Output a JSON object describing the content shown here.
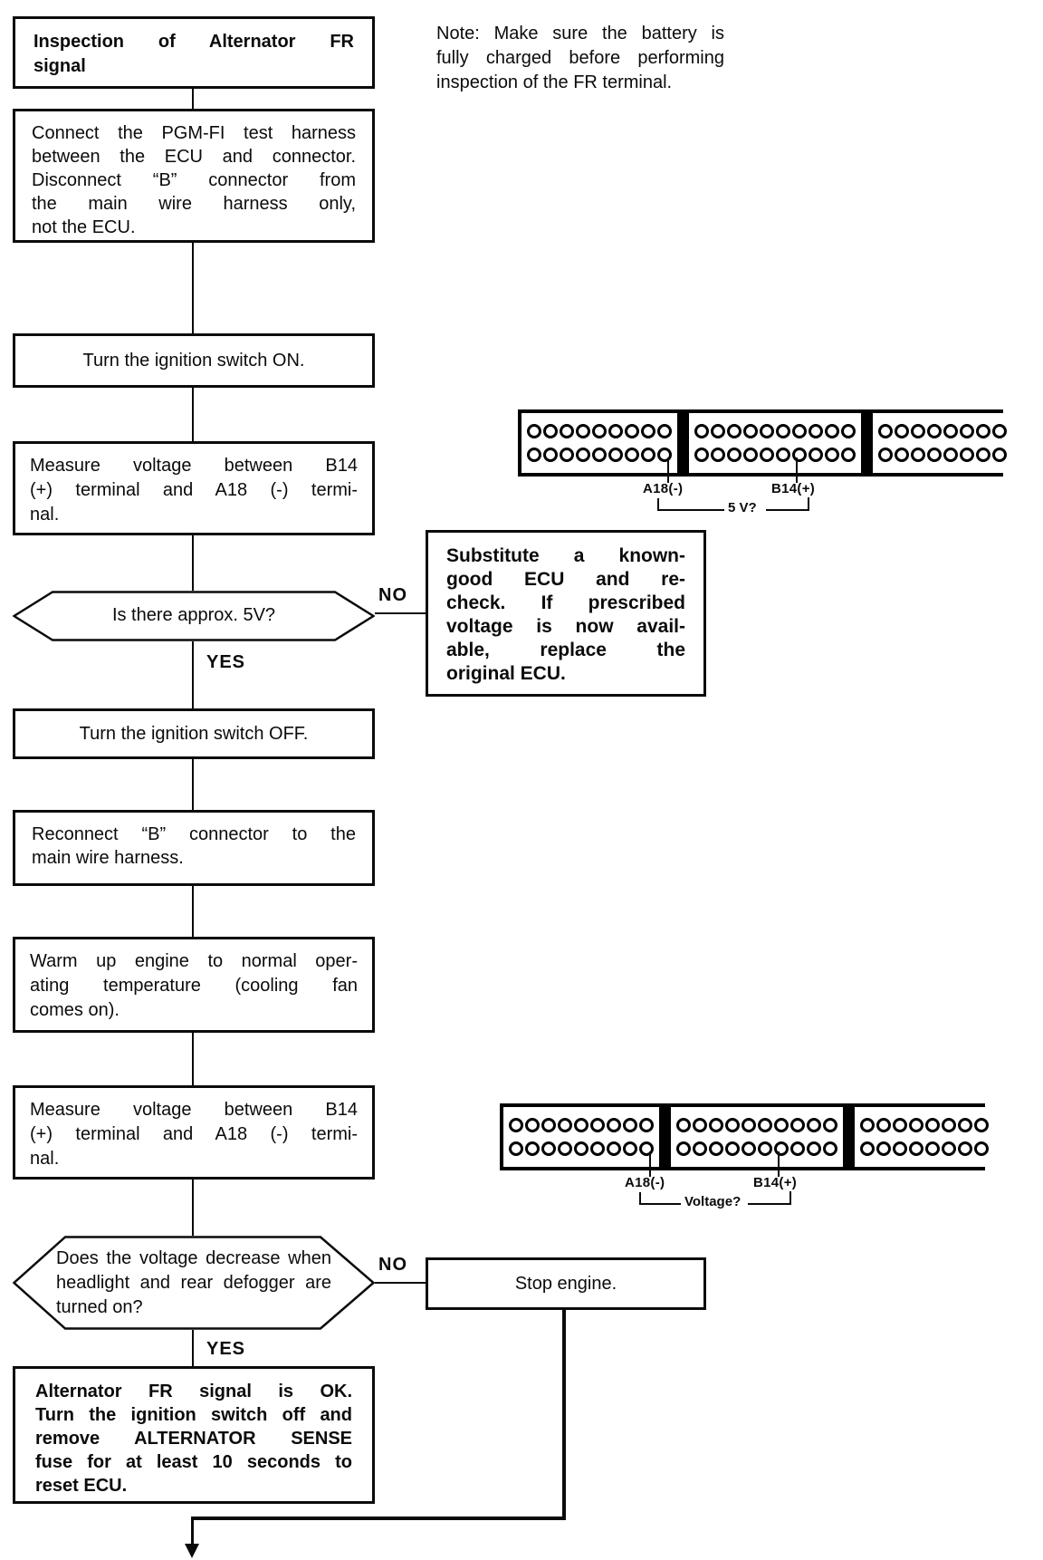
{
  "note": {
    "lines": [
      "Note: Make sure the battery is",
      "fully charged before performing",
      "inspection of the FR terminal."
    ]
  },
  "labels": {
    "yes": "YES",
    "no": "NO"
  },
  "flow": {
    "title": {
      "lines": [
        "Inspection of Alternator FR",
        "signal"
      ]
    },
    "connect": {
      "lines": [
        "Connect the PGM-FI test harness",
        "between the ECU and connector.",
        "Disconnect “B” connector from",
        "the main wire harness only,",
        "not the ECU."
      ]
    },
    "ignition_on": {
      "text": "Turn the ignition switch ON."
    },
    "measure1": {
      "lines": [
        "Measure voltage between B14",
        "(+) terminal and A18 (-) termi-",
        "nal."
      ]
    },
    "decision1": {
      "text": "Is there approx. 5V?"
    },
    "substitute": {
      "lines": [
        "Substitute a known-",
        "good ECU and re-",
        "check. If prescribed",
        "voltage is now avail-",
        "able, replace the",
        "original ECU."
      ]
    },
    "ignition_off": {
      "text": "Turn the ignition switch OFF."
    },
    "reconnect": {
      "lines": [
        "Reconnect “B” connector to the",
        "main wire harness."
      ]
    },
    "warmup": {
      "lines": [
        "Warm up engine to normal oper-",
        "ating temperature (cooling fan",
        "comes on)."
      ]
    },
    "measure2": {
      "lines": [
        "Measure voltage between B14",
        "(+) terminal and A18 (-) termi-",
        "nal."
      ]
    },
    "decision2": {
      "lines": [
        "Does the voltage decrease when",
        "headlight and rear defogger are",
        "turned on?"
      ]
    },
    "stop": {
      "text": "Stop engine."
    },
    "final": {
      "lines": [
        "Alternator FR signal is OK.",
        "Turn the ignition switch off and",
        "remove ALTERNATOR SENSE",
        "fuse for at least 10 seconds to",
        "reset ECU."
      ]
    }
  },
  "connectors": [
    {
      "groups": [
        9,
        10,
        8
      ],
      "rows": 2,
      "neg_label": "A18(-)",
      "pos_label": "B14(+)",
      "question": "5 V?"
    },
    {
      "groups": [
        9,
        10,
        8
      ],
      "rows": 2,
      "neg_label": "A18(-)",
      "pos_label": "B14(+)",
      "question": "Voltage?"
    }
  ]
}
